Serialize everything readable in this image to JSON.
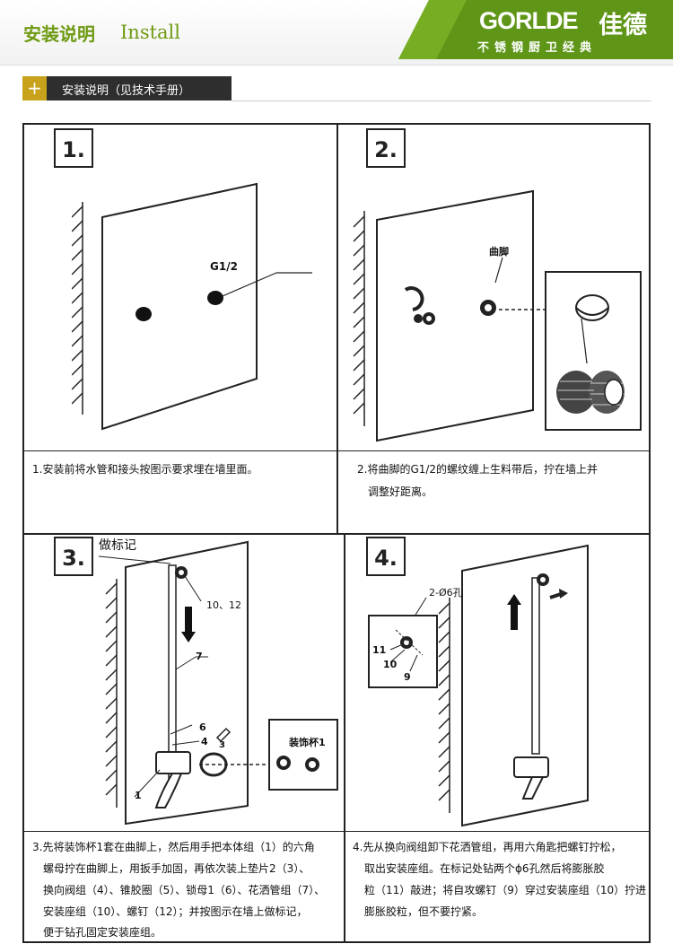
{
  "header": {
    "title_cn": "安装说明",
    "title_en": "Install",
    "brand_name": "GORLDE",
    "brand_cn": "佳德",
    "brand_sub": "不锈钢厨卫经典",
    "accent_color": "#6e9a12"
  },
  "section": {
    "title": "安装说明（见技术手册）",
    "icon": "plus-icon"
  },
  "steps": [
    {
      "num": "1.",
      "label": "G1/2",
      "caption": "1.安装前将水管和接头按图示要求埋在墙里面。"
    },
    {
      "num": "2.",
      "label": "曲脚",
      "caption_lines": [
        "2.将曲脚的G1/2的螺纹缠上生料带后，拧在墙上并",
        "调整好距离。"
      ]
    },
    {
      "num": "3.",
      "mark_label": "做标记",
      "part_label_a": "10、12",
      "part_label_b": "7",
      "part_label_c": "6",
      "part_label_d": "4",
      "part_label_e": "1",
      "part_label_f": "3",
      "box_label": "装饰杯1",
      "caption_lines": [
        "3.先将装饰杯1套在曲脚上，然后用手把本体组（1）的六角",
        "螺母拧在曲脚上，用扳手加固，再依次装上垫片2（3）、",
        "换向阀组（4）、锥胶圈（5）、锁母1（6）、花洒管组（7）、",
        "安装座组（10）、螺钉（12）；并按图示在墙上做标记，",
        "便于钻孔固定安装座组。"
      ]
    },
    {
      "num": "4.",
      "hole_label": "2-Ø6孔",
      "part_11": "11",
      "part_10": "10",
      "part_9": "9",
      "caption_lines": [
        "4.先从换向阀组卸下花洒管组，再用六角匙把螺钉拧松，",
        "取出安装座组。在标记处钻两个ϕ6孔然后将膨胀胶",
        "粒（11）敲进；将自攻螺钉（9）穿过安装座组（10）拧进",
        "膨胀胶粒，但不要拧紧。"
      ]
    }
  ]
}
